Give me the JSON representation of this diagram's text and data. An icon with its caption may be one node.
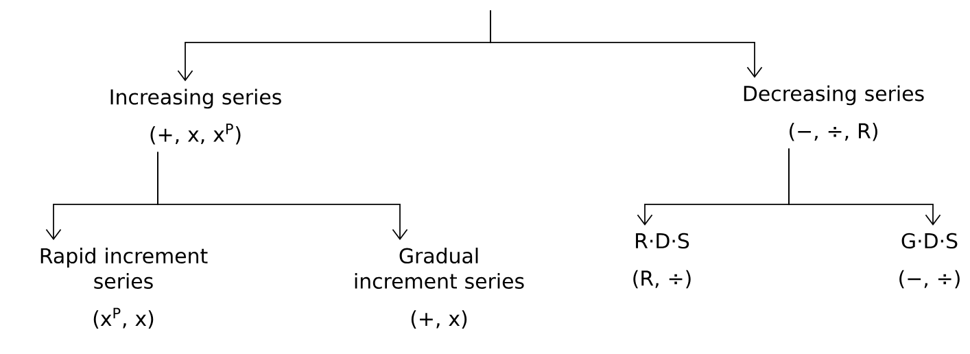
{
  "diagram": {
    "nodes": [
      {
        "text": [
          "Increasing series",
          "(+, x, x$^{P}$)"
        ]
      },
      {
        "text": [
          "Decreasing series",
          "(−, ÷, R)"
        ]
      },
      {
        "text": [
          "Rapid increment series",
          "(x$^{P}$, x)"
        ]
      },
      {
        "text": [
          "Gradual increment series",
          "(+, x)"
        ]
      },
      {
        "text": [
          "R·D·S",
          "(R, ÷)"
        ]
      },
      {
        "text": [
          "G·D·S",
          "(−, ÷)"
        ]
      }
    ],
    "edges": [
      {
        "from": null,
        "to": 0,
        "arrow": "to"
      },
      {
        "from": null,
        "to": 1,
        "arrow": "to"
      },
      {
        "from": 0,
        "to": 2,
        "arrow": "to"
      },
      {
        "from": 0,
        "to": 3,
        "arrow": "to"
      },
      {
        "from": 1,
        "to": 4,
        "arrow": "to"
      },
      {
        "from": 1,
        "to": 5,
        "arrow": "to"
      }
    ]
  }
}
